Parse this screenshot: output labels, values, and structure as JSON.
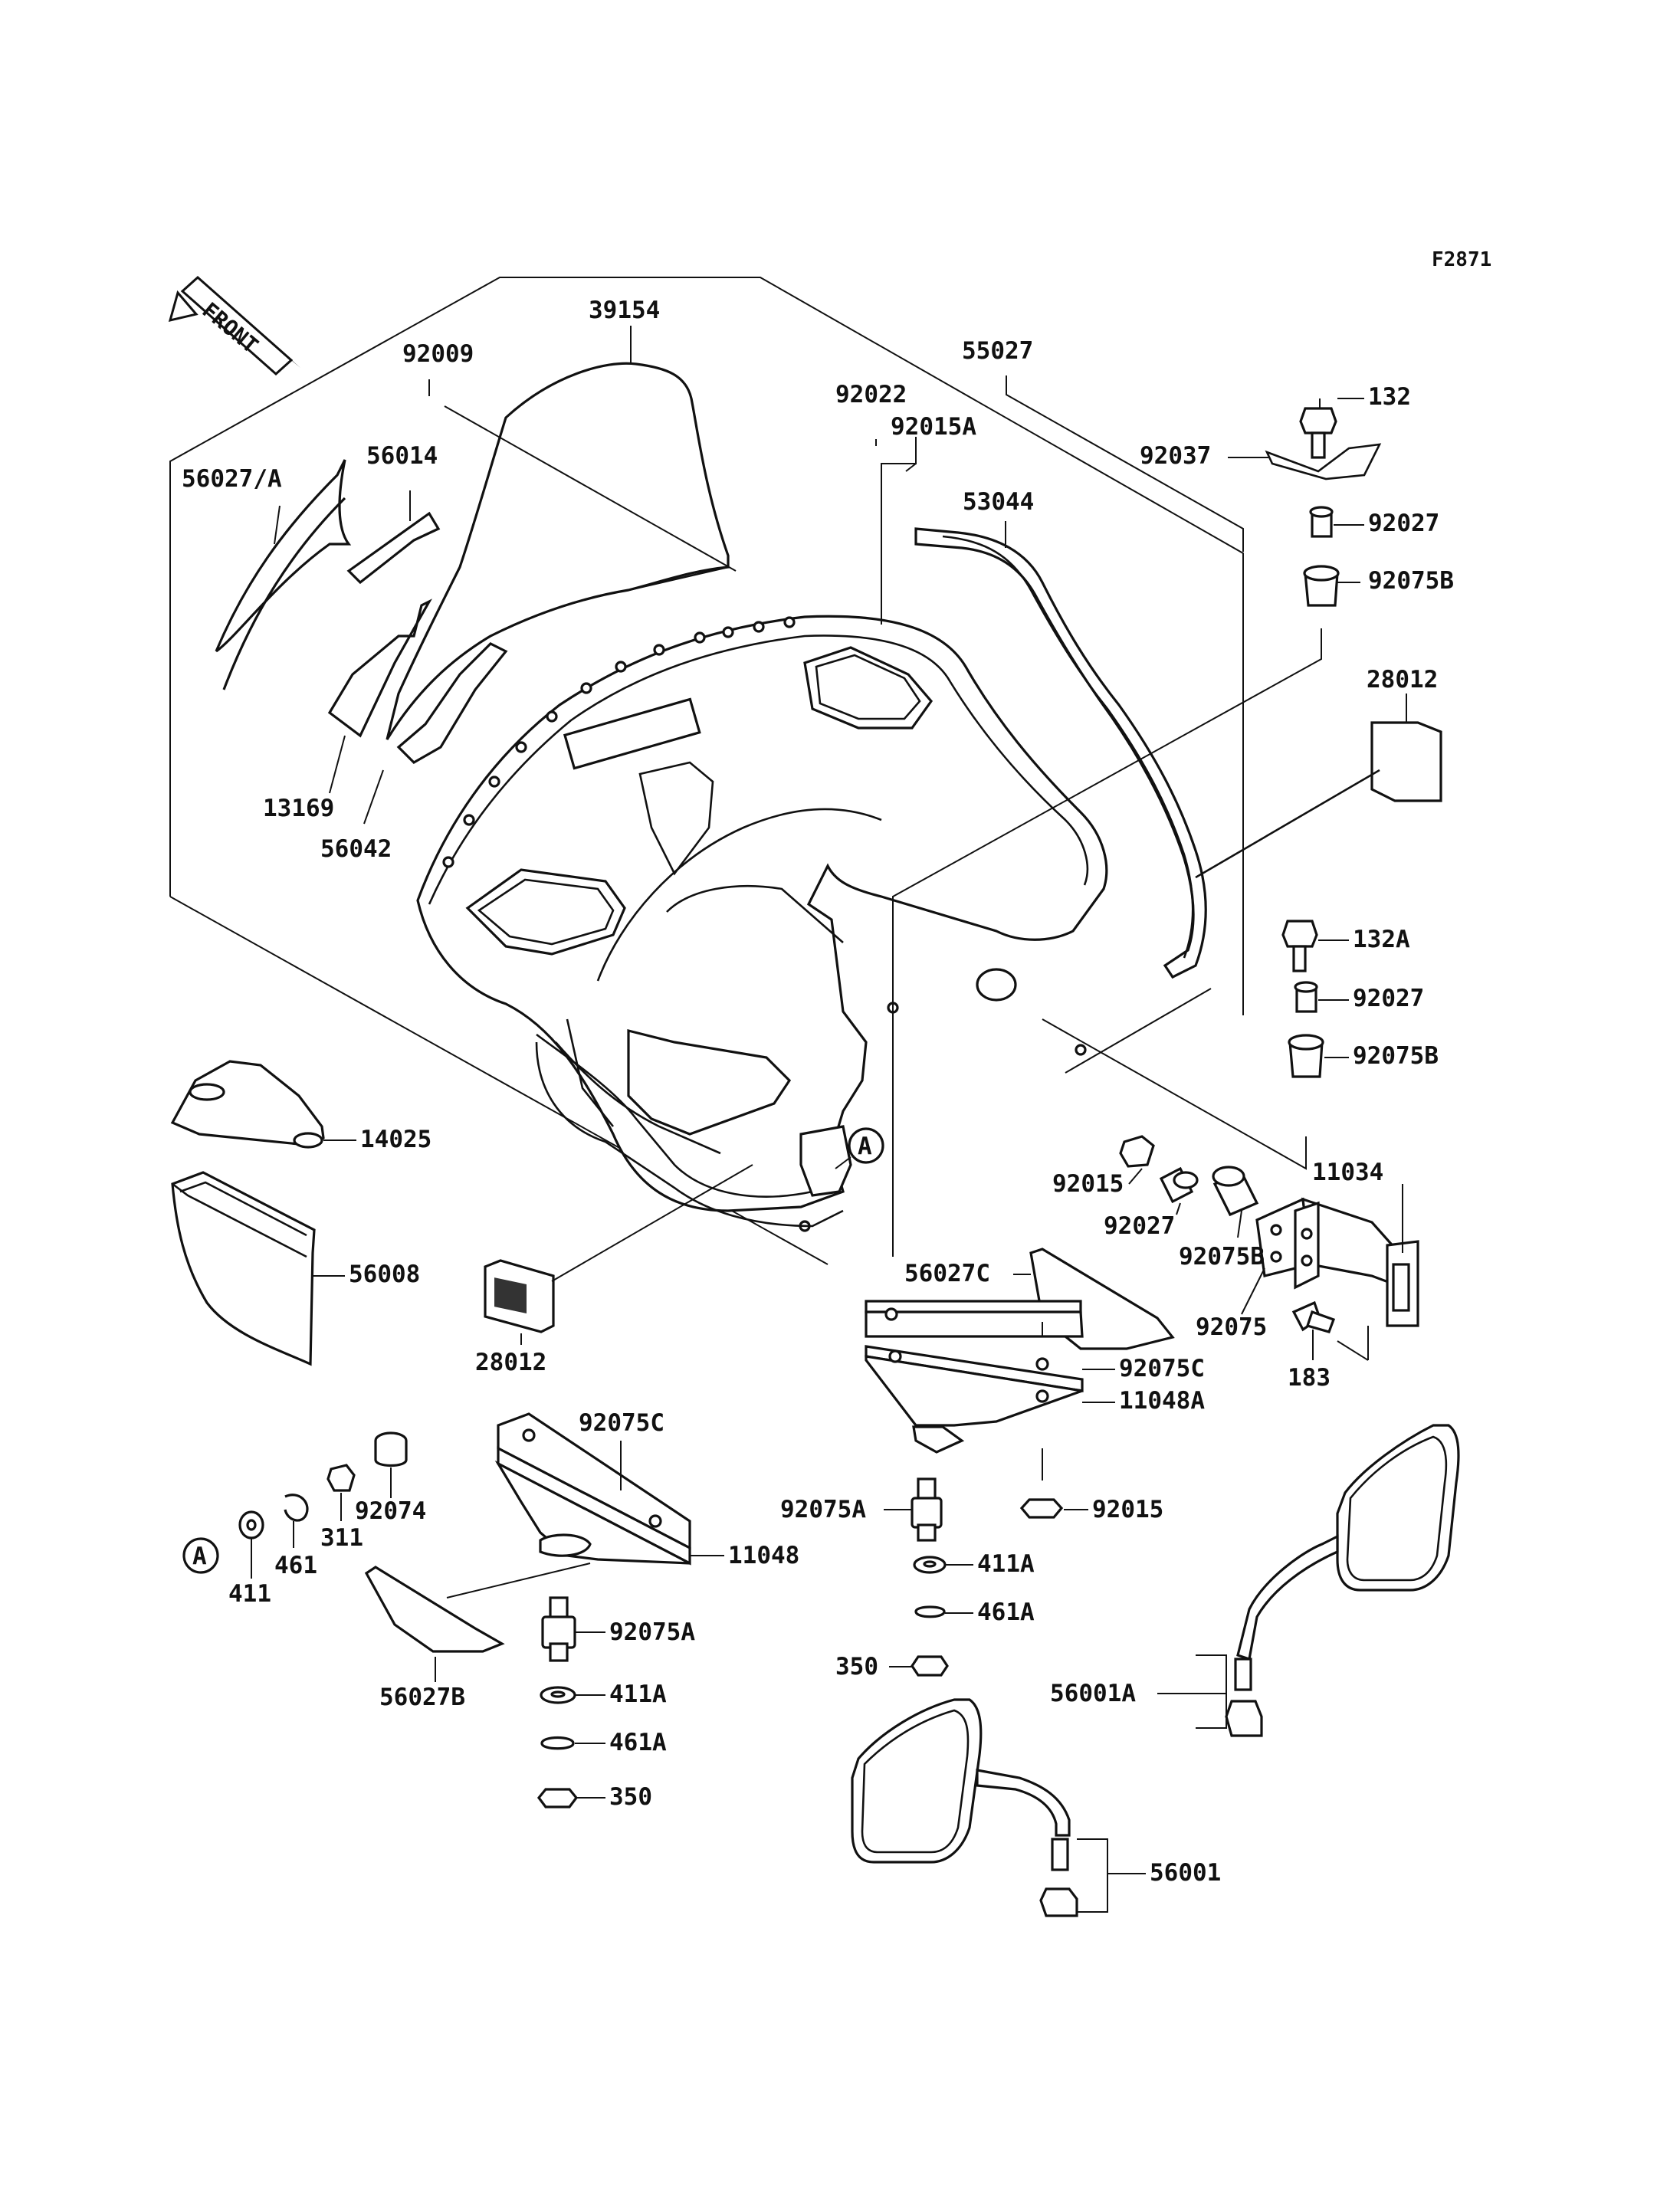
{
  "figure_code": "F2871",
  "orientation_label": "FRONT",
  "reference_marker": "A",
  "parts": {
    "p39154": "39154",
    "p92009": "92009",
    "p55027": "55027",
    "p92022": "92022",
    "p92015A": "92015A",
    "p53044": "53044",
    "p132": "132",
    "p92037": "92037",
    "p92027_top": "92027",
    "p92075B_top": "92075B",
    "p28012_right": "28012",
    "p56027A": "56027/A",
    "p56014": "56014",
    "p13169": "13169",
    "p56042": "56042",
    "p132A": "132A",
    "p92027_mid": "92027",
    "p92075B_mid": "92075B",
    "p14025": "14025",
    "p11034": "11034",
    "p92015_small": "92015",
    "p92027_small": "92027",
    "p92075B_small": "92075B",
    "p92075": "92075",
    "p183": "183",
    "p56008": "56008",
    "p56027C": "56027C",
    "p28012_left": "28012",
    "p92075C_right": "92075C",
    "p11048A": "11048A",
    "p92075C_left": "92075C",
    "p92074": "92074",
    "p311": "311",
    "p461": "461",
    "p411": "411",
    "p11048": "11048",
    "p92075A_right": "92075A",
    "p92015_lower": "92015",
    "p411A_right": "411A",
    "p461A_right": "461A",
    "p350_right": "350",
    "p56027B": "56027B",
    "p92075A_left": "92075A",
    "p411A_left": "411A",
    "p461A_left": "461A",
    "p350_left": "350",
    "p56001A": "56001A",
    "p56001": "56001"
  }
}
